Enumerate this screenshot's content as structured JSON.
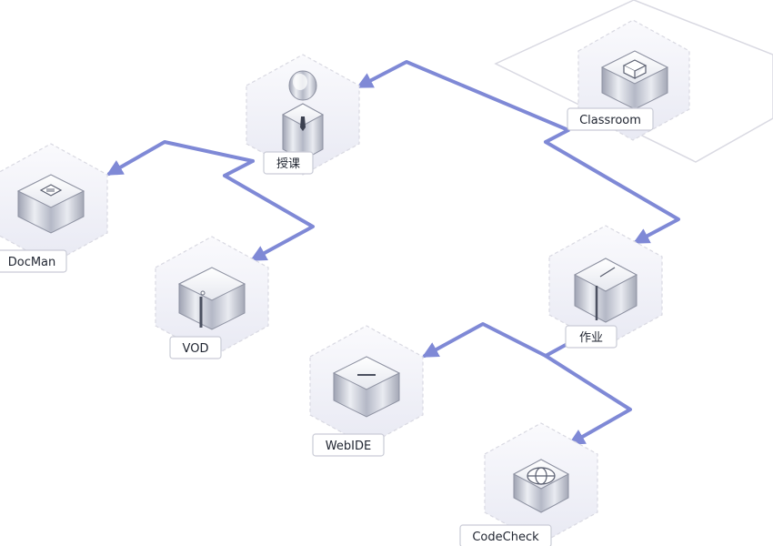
{
  "diagram": {
    "colors": {
      "connector": "#7f89d6",
      "hexagon_fill": "#f3f3f8",
      "hexagon_stroke": "#d9d9e2",
      "module_light": "#f7f7fa",
      "module_dark": "#c9cbd6",
      "label_bg": "#ffffff",
      "label_border": "#c9cbd6"
    },
    "nodes": {
      "classroom": {
        "label": "Classroom",
        "icon": "open-book-icon"
      },
      "teaching": {
        "label": "授课",
        "icon": "teacher-person-icon"
      },
      "docman": {
        "label": "DocMan",
        "icon": "document-icon"
      },
      "vod": {
        "label": "VOD",
        "icon": "video-box-icon"
      },
      "homework": {
        "label": "作业",
        "icon": "pencil-icon"
      },
      "webide": {
        "label": "WebIDE",
        "icon": "code-slot-icon"
      },
      "codecheck": {
        "label": "CodeCheck",
        "icon": "globe-check-icon"
      }
    },
    "edges": [
      {
        "from": "classroom",
        "to": "teaching"
      },
      {
        "from": "classroom",
        "to": "homework"
      },
      {
        "from": "teaching",
        "to": "docman"
      },
      {
        "from": "teaching",
        "to": "vod"
      },
      {
        "from": "homework",
        "to": "webide"
      },
      {
        "from": "homework",
        "to": "codecheck"
      }
    ]
  }
}
